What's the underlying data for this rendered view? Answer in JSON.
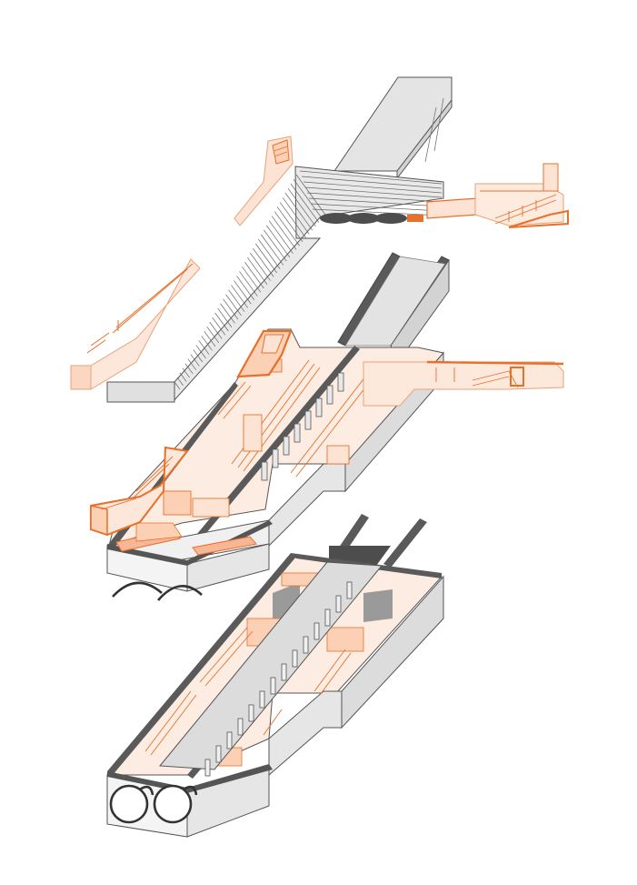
{
  "diagram": {
    "kind": "exploded-axonometric",
    "layers": [
      {
        "id": "street-level"
      },
      {
        "id": "concourse-level"
      },
      {
        "id": "platform-level"
      }
    ]
  },
  "colors": {
    "background": "#ffffff",
    "outline": "#555555",
    "wall_dark": "#5a5a5a",
    "wall_face": "#e2e2e2",
    "wall_face_light": "#f0f0f0",
    "orange": "#e8702a",
    "orange_fill": "#fbd9c4",
    "orange_light": "#fde9dd",
    "grey_fill": "#dcdcdc",
    "grey_dark": "#4d4d4d"
  }
}
